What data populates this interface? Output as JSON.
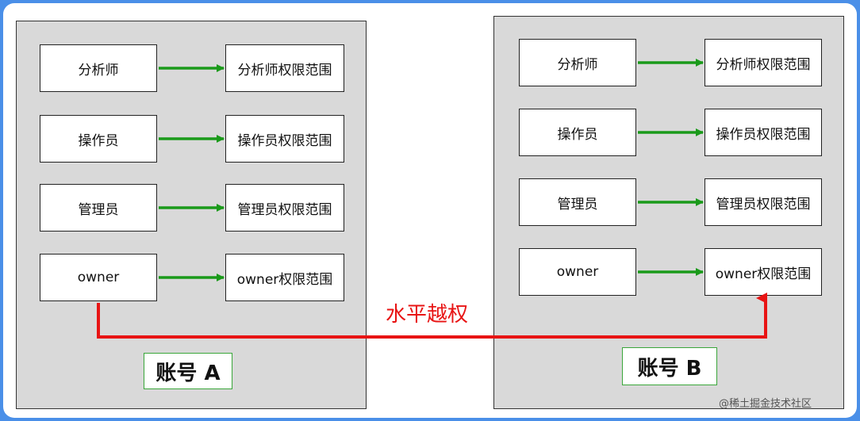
{
  "accounts": [
    {
      "name": "账号 A",
      "rows": [
        {
          "role": "分析师",
          "scope": "分析师权限范围"
        },
        {
          "role": "操作员",
          "scope": "操作员权限范围"
        },
        {
          "role": "管理员",
          "scope": "管理员权限范围"
        },
        {
          "role": "owner",
          "scope": "owner权限范围"
        }
      ]
    },
    {
      "name": "账号 B",
      "rows": [
        {
          "role": "分析师",
          "scope": "分析师权限范围"
        },
        {
          "role": "操作员",
          "scope": "操作员权限范围"
        },
        {
          "role": "管理员",
          "scope": "管理员权限范围"
        },
        {
          "role": "owner",
          "scope": "owner权限范围"
        }
      ]
    }
  ],
  "cross_label": "水平越权",
  "watermark": "@稀土掘金技术社区",
  "colors": {
    "arrow_green": "#1a9a1a",
    "cross_red": "#e81414",
    "panel_gray": "#d9d9d9",
    "account_border": "#3aa63a",
    "outer_blue": "#4a8fe8"
  }
}
